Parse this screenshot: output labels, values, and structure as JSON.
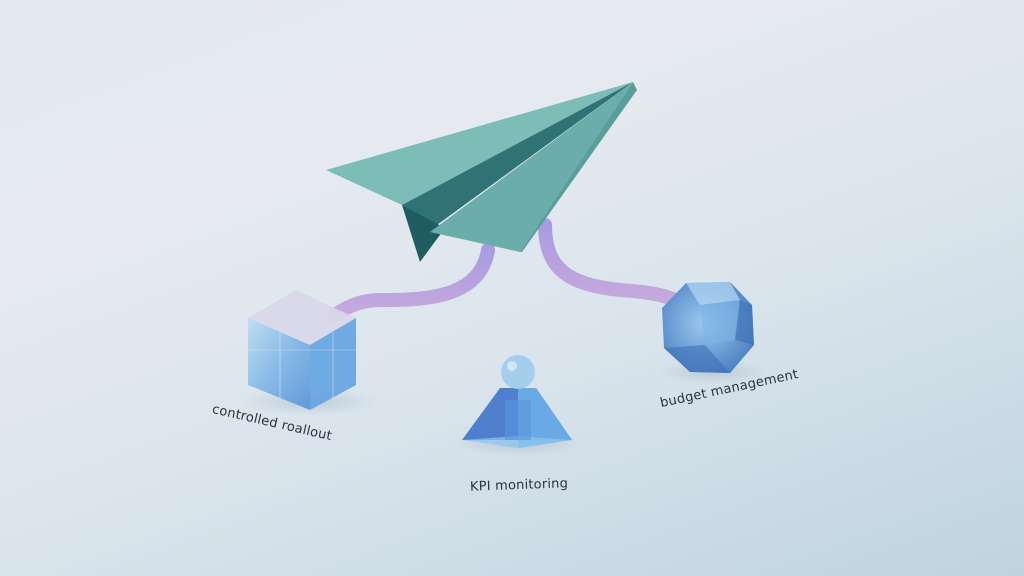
{
  "scene": {
    "description": "Paper plane connected by tubes to three glass objects",
    "colors": {
      "background_top": "#e5e9ee",
      "background_bottom": "#bfd3df",
      "plane": "#6fb2ac",
      "plane_dark": "#2f7377",
      "tube": "#b9a6e3",
      "glass": "#7fb6e6"
    }
  },
  "nodes": [
    {
      "id": "cube",
      "shape": "cube-icon",
      "label": "controlled roallout"
    },
    {
      "id": "pyramid",
      "shape": "pyramid-icon",
      "label": "KPI monitoring"
    },
    {
      "id": "gem",
      "shape": "gem-icon",
      "label": "budget management"
    }
  ]
}
